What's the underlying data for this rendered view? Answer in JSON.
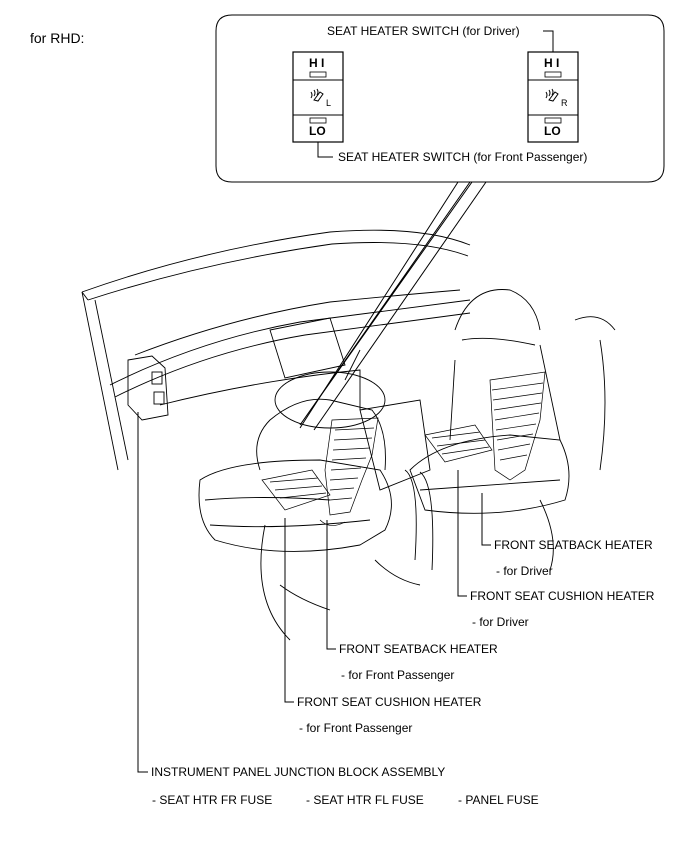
{
  "page_title": "for RHD:",
  "switch_panel": {
    "driver_switch_label": "SEAT HEATER SWITCH (for Driver)",
    "passenger_switch_label": "SEAT HEATER SWITCH (for Front Passenger)",
    "left_switch": {
      "hi": "H I",
      "lo": "LO",
      "side": "L"
    },
    "right_switch": {
      "hi": "H I",
      "lo": "LO",
      "side": "R"
    }
  },
  "callouts": {
    "seatback_driver": {
      "name": "FRONT SEATBACK HEATER",
      "sub": "- for Driver"
    },
    "cushion_driver": {
      "name": "FRONT SEAT CUSHION HEATER",
      "sub": "- for Driver"
    },
    "seatback_passenger": {
      "name": "FRONT SEATBACK HEATER",
      "sub": "- for Front Passenger"
    },
    "cushion_passenger": {
      "name": "FRONT SEAT CUSHION HEATER",
      "sub": "- for Front Passenger"
    },
    "junction_block": {
      "name": "INSTRUMENT PANEL JUNCTION BLOCK ASSEMBLY",
      "fuses": [
        "- SEAT HTR FR FUSE",
        "- SEAT HTR FL FUSE",
        "- PANEL FUSE"
      ]
    }
  }
}
